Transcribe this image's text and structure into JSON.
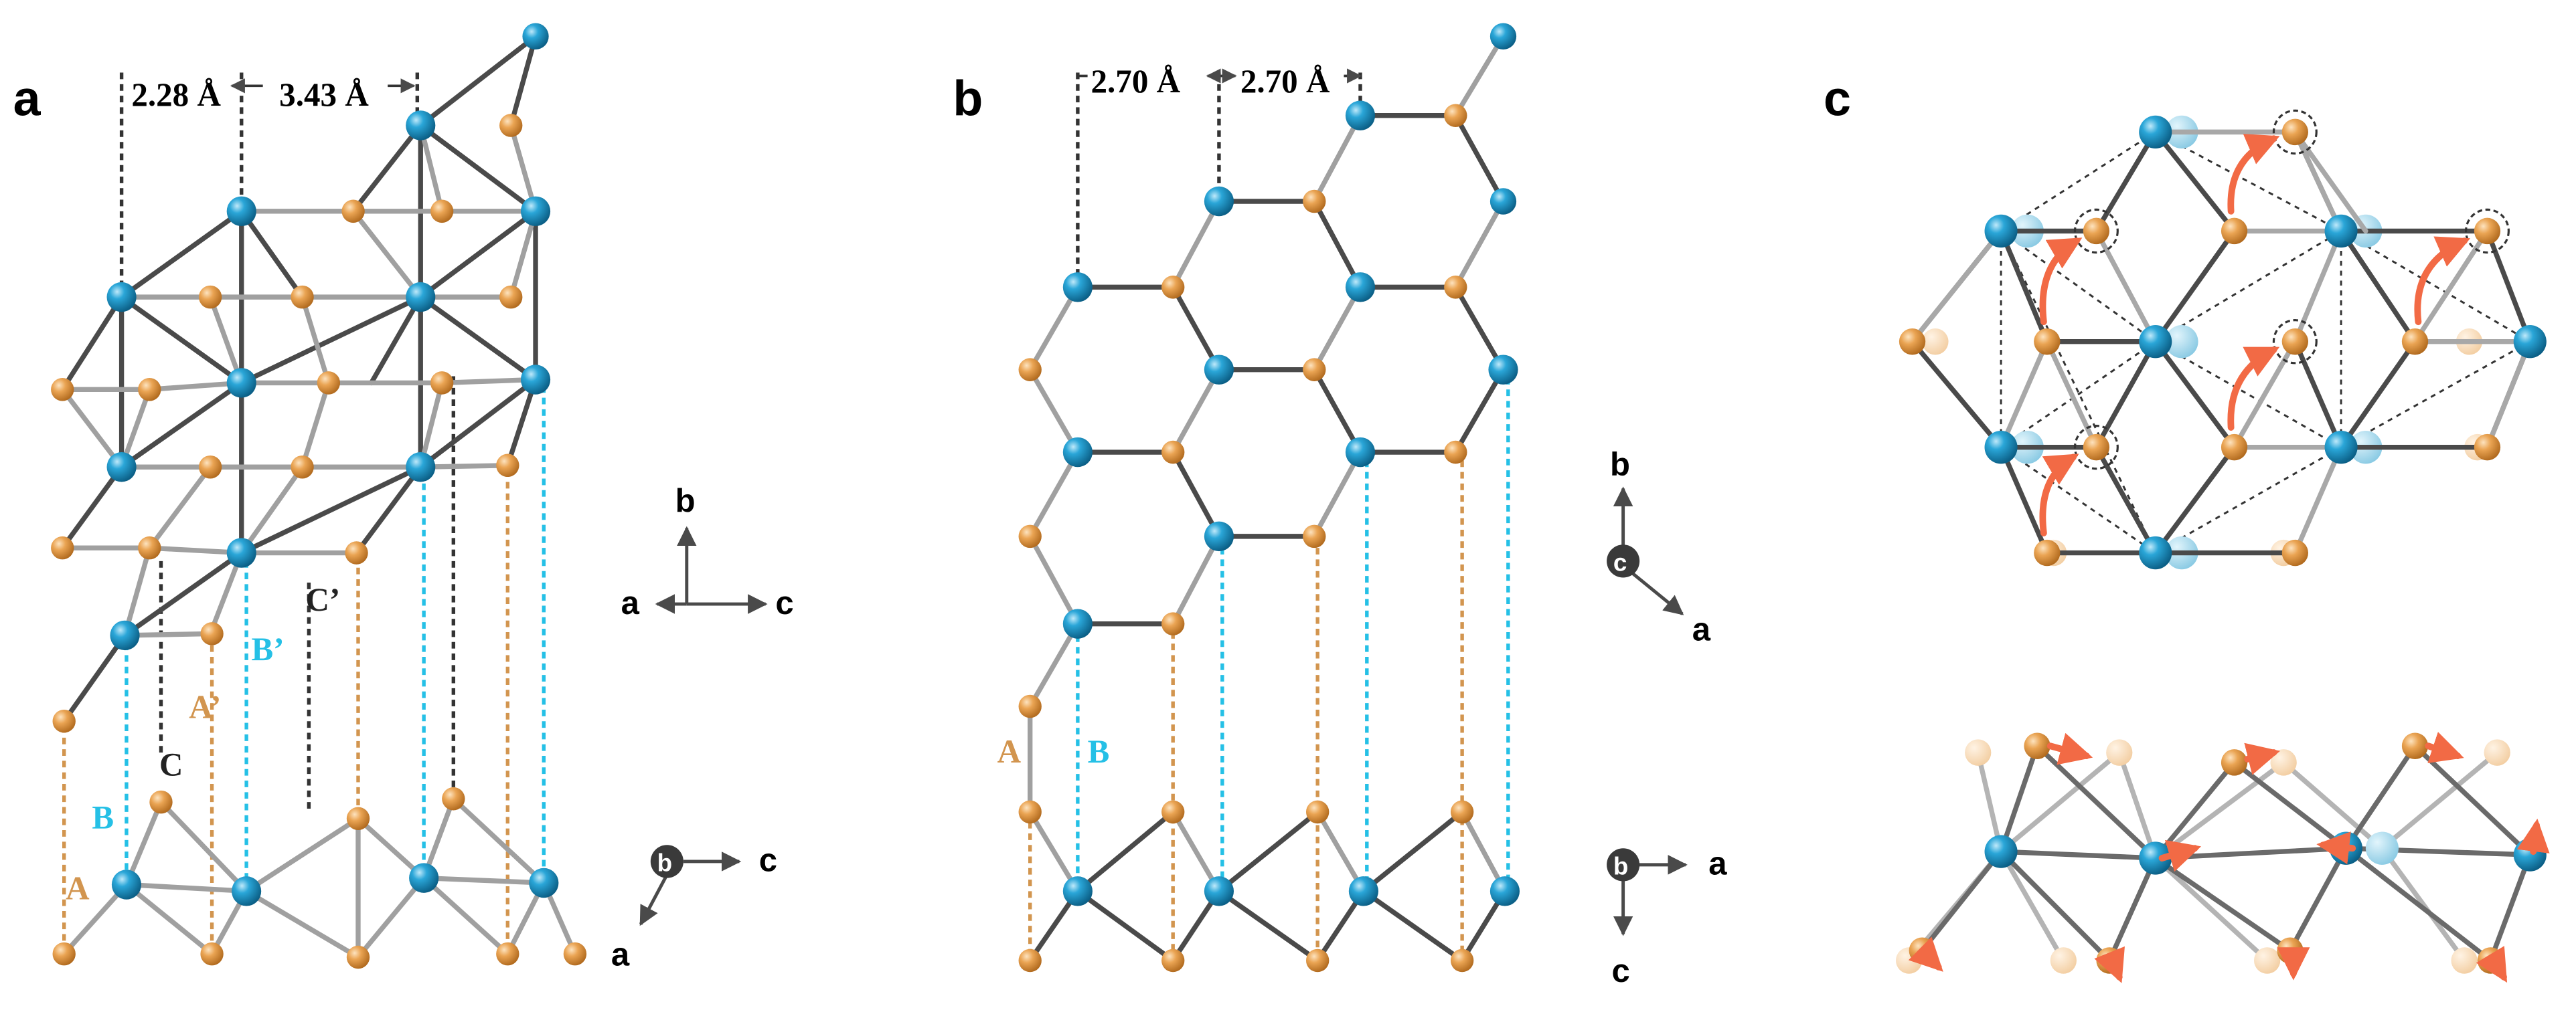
{
  "panels": {
    "a": "a",
    "b": "b",
    "c": "c"
  },
  "distances": {
    "a_left": "2.28 Å",
    "a_right": "3.43 Å",
    "b_left": "2.70 Å",
    "b_right": "2.70 Å"
  },
  "layer_labels": {
    "A": "A",
    "B": "B",
    "C": "C",
    "A_prime": "A’",
    "B_prime": "B’",
    "C_prime": "C’"
  },
  "axes": {
    "a": "a",
    "b": "b",
    "c": "c"
  },
  "colors": {
    "blue_atom": "#1b95c6",
    "orange_atom": "#e8a04e",
    "bond_dark": "#4a4a4a",
    "bond_light": "#9a9a9a",
    "cyan_line": "#25c0e6",
    "orange_line": "#d2954f",
    "arrow": "#f26a45"
  }
}
